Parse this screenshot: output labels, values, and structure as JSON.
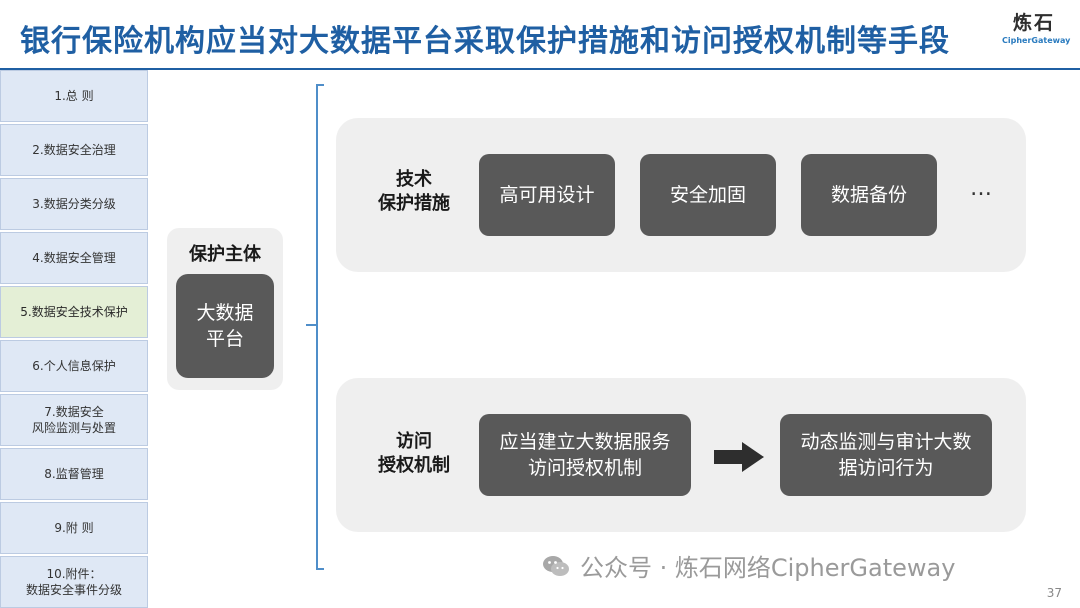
{
  "header": {
    "title": "银行保险机构应当对大数据平台采取保护措施和访问授权机制等手段",
    "logo_mark": "炼石",
    "logo_text": "CipherGateway"
  },
  "sidebar": {
    "items": [
      {
        "label": "1.总 则",
        "active": false
      },
      {
        "label": "2.数据安全治理",
        "active": false
      },
      {
        "label": "3.数据分类分级",
        "active": false
      },
      {
        "label": "4.数据安全管理",
        "active": false
      },
      {
        "label": "5.数据安全技术保护",
        "active": true
      },
      {
        "label": "6.个人信息保护",
        "active": false
      },
      {
        "label": "7.数据安全\n风险监测与处置",
        "active": false
      },
      {
        "label": "8.监督管理",
        "active": false
      },
      {
        "label": "9.附 则",
        "active": false
      },
      {
        "label": "10.附件：\n数据安全事件分级",
        "active": false
      }
    ]
  },
  "subject": {
    "label": "保护主体",
    "box": "大数据\n平台"
  },
  "tech": {
    "label": "技术\n保护措施",
    "items": [
      "高可用设计",
      "安全加固",
      "数据备份"
    ],
    "more": "…"
  },
  "access": {
    "label": "访问\n授权机制",
    "step1": "应当建立大数据服务\n访问授权机制",
    "step2": "动态监测与审计大数\n据访问行为",
    "arrow_icon": "right-arrow-icon"
  },
  "footer": {
    "watermark": "公众号 · 炼石网络CipherGateway",
    "wechat_icon": "wechat-icon",
    "page_number": "37"
  },
  "colors": {
    "title": "#1f5fa3",
    "sidebar_bg": "#dfe8f5",
    "sidebar_active_bg": "#e4efd6",
    "box_dark": "#595959",
    "panel_bg": "#efefef",
    "bracket": "#4f8ec9"
  }
}
